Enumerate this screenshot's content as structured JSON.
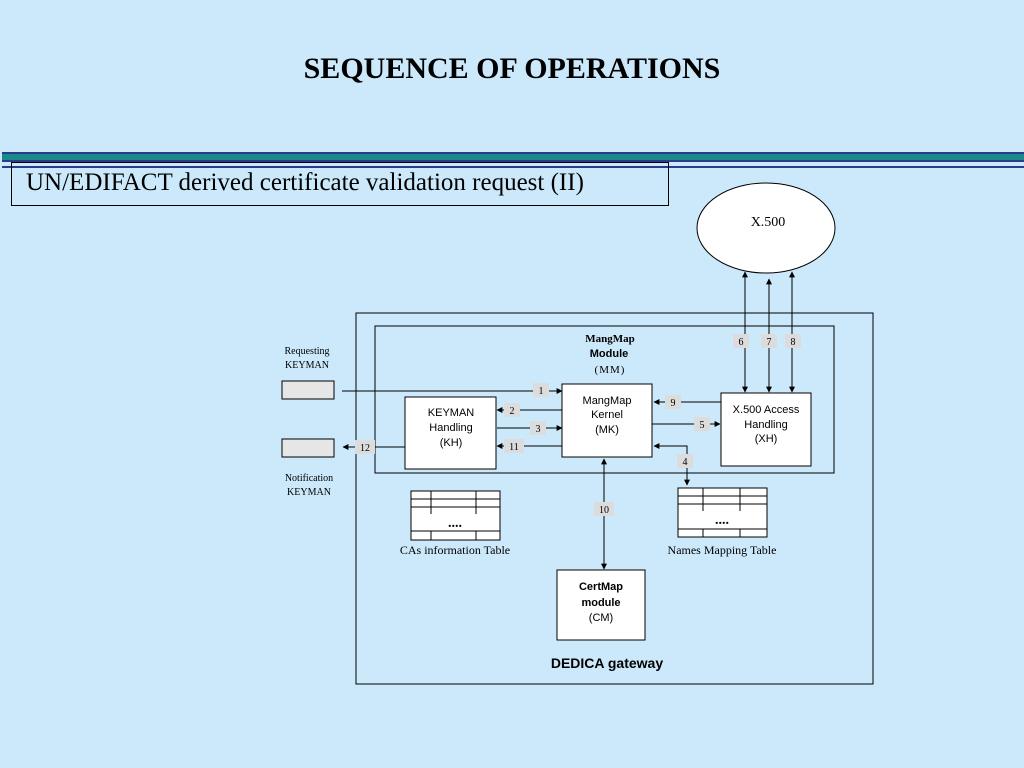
{
  "slide": {
    "title": "SEQUENCE OF OPERATIONS",
    "subtitle": "UN/EDIFACT derived certificate validation request (II)"
  },
  "diagram": {
    "x500": "X.500",
    "requesting_keyman": [
      "Requesting",
      "KEYMAN"
    ],
    "notification_keyman": [
      "Notification",
      "KEYMAN"
    ],
    "mangmap_module": {
      "line1": "MangMap",
      "line2": "Module",
      "line3": "(MM)"
    },
    "keyman_handling": [
      "KEYMAN",
      "Handling",
      "(KH)"
    ],
    "mangmap_kernel": [
      "MangMap",
      "Kernel",
      "(MK)"
    ],
    "x500_access": [
      "X.500 Access",
      "Handling",
      "(XH)"
    ],
    "certmap": [
      "CertMap",
      "module",
      "(CM)"
    ],
    "gateway": "DEDICA  gateway",
    "cas_table": {
      "dots": "....",
      "label": "CAs information Table"
    },
    "names_table": {
      "dots": "....",
      "label": "Names Mapping Table"
    },
    "steps": [
      "1",
      "2",
      "3",
      "4",
      "5",
      "6",
      "7",
      "8",
      "9",
      "10",
      "11",
      "12"
    ]
  },
  "colors": {
    "background": "#cce9fb",
    "band_dark_blue": "#2a3a8c",
    "band_teal": "#1a8a8a",
    "step_badge": "#dcdcdc",
    "keyman_box": "#e6e6e6"
  }
}
